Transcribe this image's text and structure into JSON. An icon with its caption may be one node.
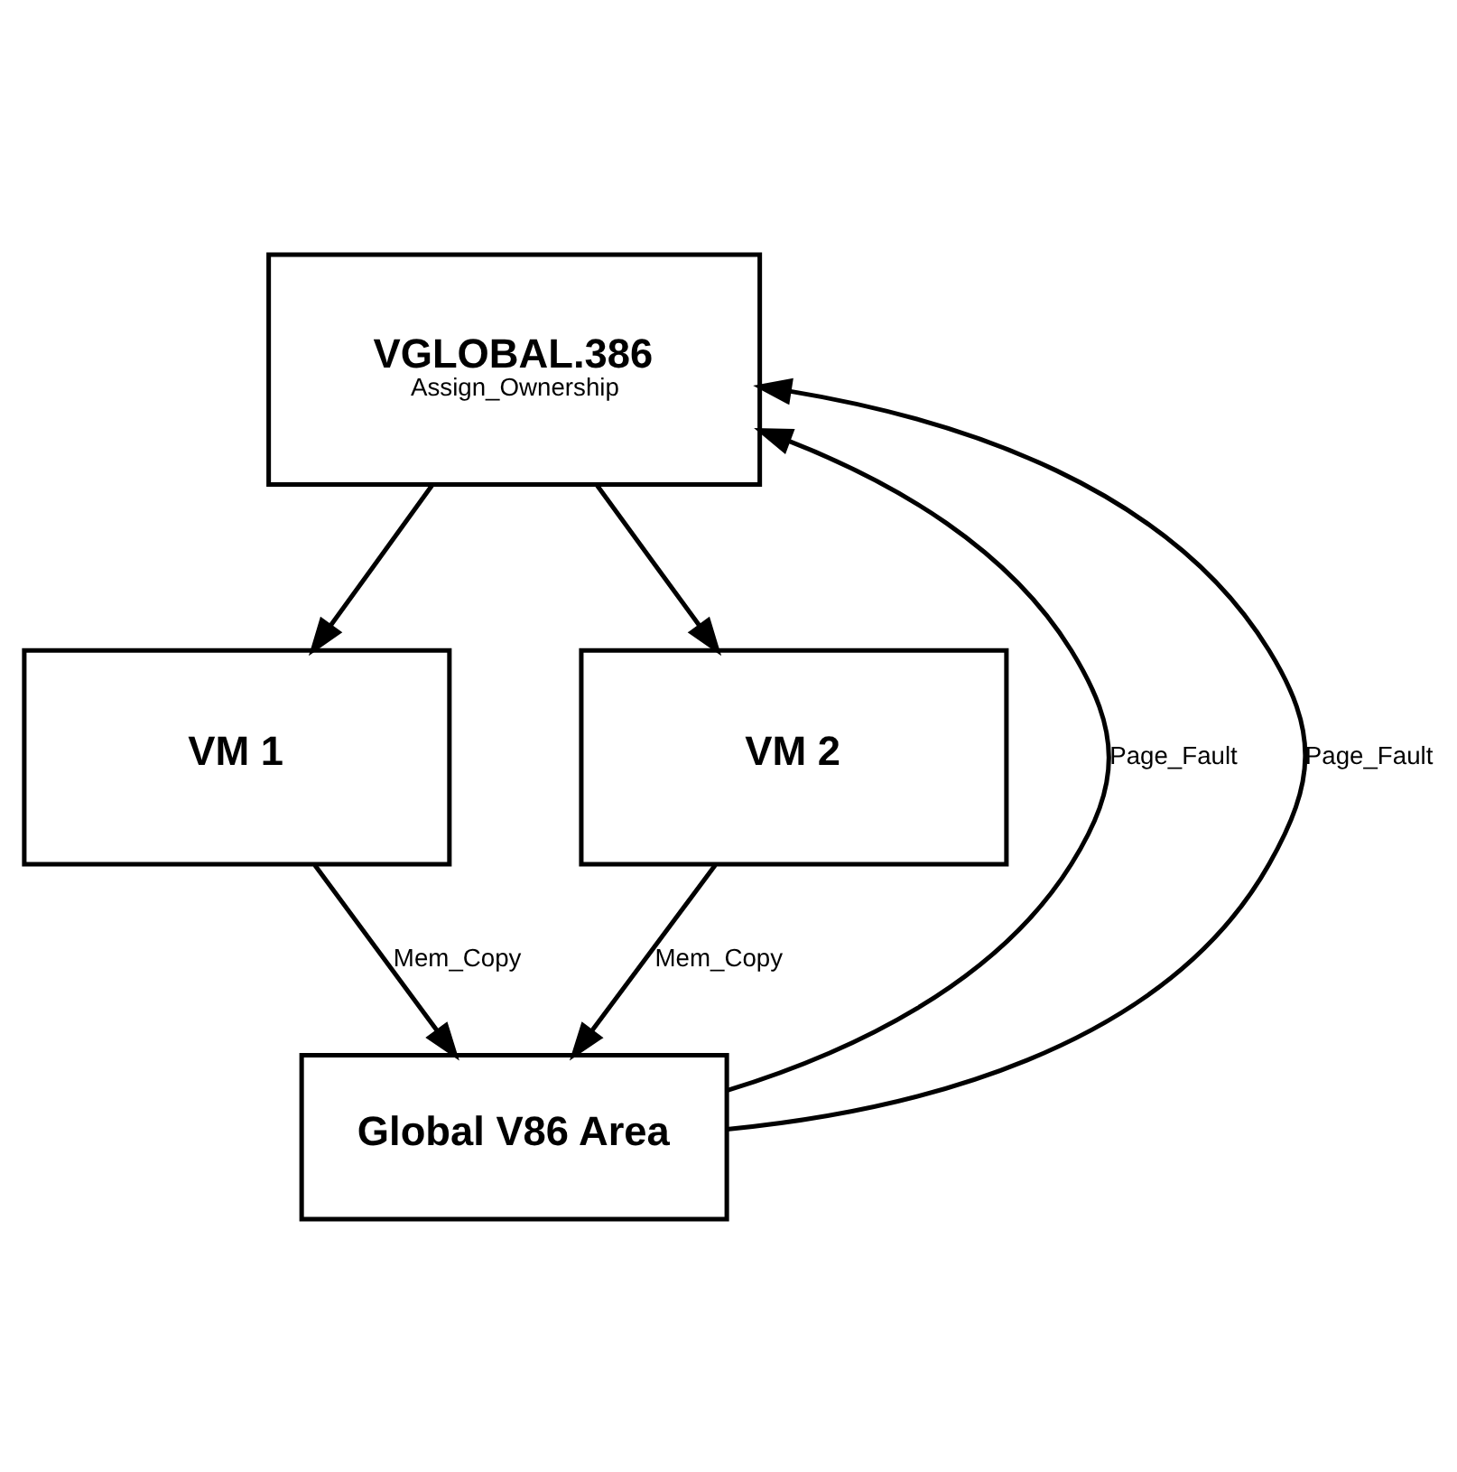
{
  "diagram": {
    "nodes": [
      {
        "text": [
          "VGLOBAL.386",
          "Assign_Ownership"
        ]
      },
      {
        "text": [
          "VM 1"
        ]
      },
      {
        "text": [
          "VM 2"
        ]
      },
      {
        "text": [
          "Global V86 Area"
        ]
      }
    ],
    "edges": [
      {
        "from": 0,
        "to": 1,
        "arrow": "to"
      },
      {
        "from": 0,
        "to": 2,
        "arrow": "to"
      },
      {
        "from": 1,
        "to": 3,
        "arrow": "to",
        "label": "Mem_Copy"
      },
      {
        "from": 2,
        "to": 3,
        "arrow": "to",
        "label": "Mem_Copy"
      },
      {
        "from": 3,
        "to": 0,
        "arrow": "to",
        "label": "Page_Fault"
      },
      {
        "from": 3,
        "to": 0,
        "arrow": "to",
        "label": "Page_Fault"
      }
    ]
  }
}
